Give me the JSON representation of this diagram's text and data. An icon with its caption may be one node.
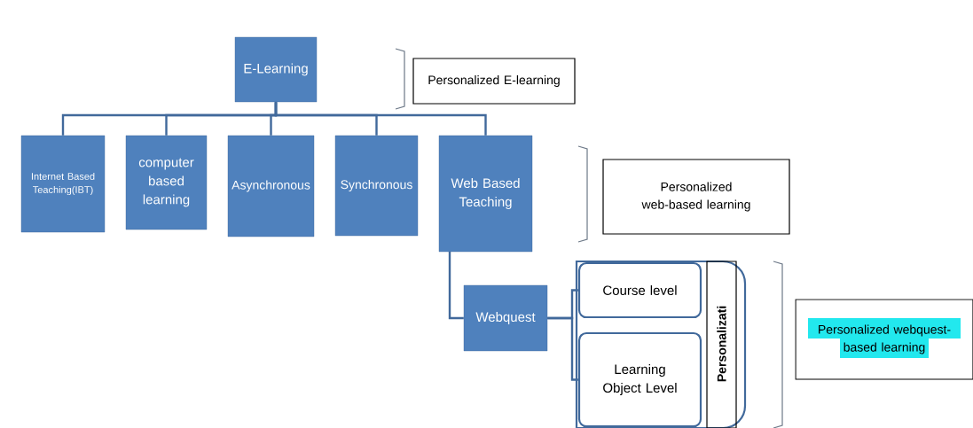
{
  "diagram": {
    "nodes": [
      {
        "text": [
          "E-Learning"
        ]
      },
      {
        "text": [
          "Personalized E-learning"
        ]
      },
      {
        "text": [
          "Internet Based Teaching(IBT)"
        ]
      },
      {
        "text": [
          "computer based learning"
        ]
      },
      {
        "text": [
          "Asynchronous"
        ]
      },
      {
        "text": [
          "Synchronous"
        ]
      },
      {
        "text": [
          "Web Based Teaching"
        ]
      },
      {
        "text": [
          "Personalized web-based learning"
        ]
      },
      {
        "text": [
          "Webquest"
        ]
      },
      {
        "text": [
          "Personalizati"
        ]
      },
      {
        "text": [
          "Course level"
        ],
        "in": 9
      },
      {
        "text": [
          "Learning Object Level"
        ],
        "in": 9
      },
      {
        "text": [
          "Personalized webquest-based learning"
        ]
      }
    ],
    "edges": [
      {
        "from": 0,
        "to": 2,
        "arrow": "none"
      },
      {
        "from": 0,
        "to": 3,
        "arrow": "none"
      },
      {
        "from": 0,
        "to": 4,
        "arrow": "none"
      },
      {
        "from": 0,
        "to": 5,
        "arrow": "none"
      },
      {
        "from": 0,
        "to": 6,
        "arrow": "none"
      },
      {
        "from": 6,
        "to": 8,
        "arrow": "none"
      },
      {
        "from": 8,
        "to": 10,
        "arrow": "none"
      },
      {
        "from": 8,
        "to": 11,
        "arrow": "none"
      }
    ]
  }
}
